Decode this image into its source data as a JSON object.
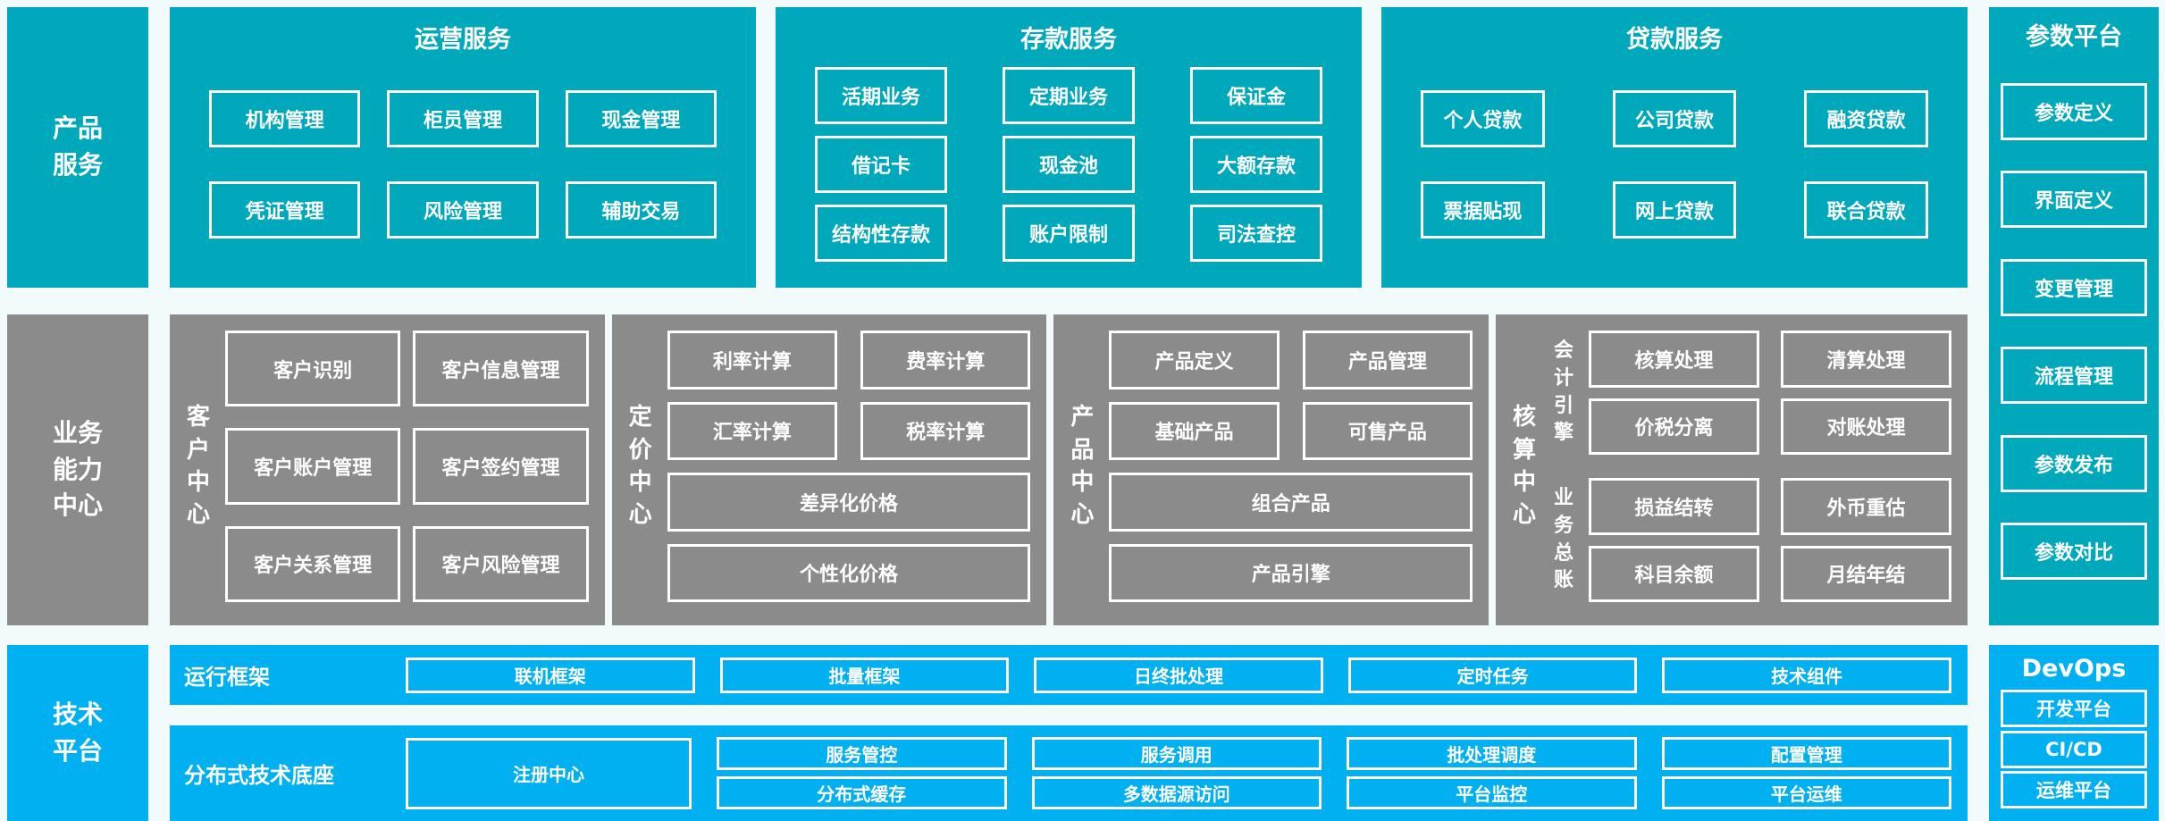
{
  "colors": {
    "teal": "#00a8bc",
    "gray": "#8b8b8b",
    "blue": "#00b0f0",
    "background": "#f2fbfc"
  },
  "side_labels": {
    "product_services": "产品服务",
    "business_capability_center": "业务能力中心",
    "tech_platform": "技术平台"
  },
  "sections": {
    "operation": {
      "title": "运营服务",
      "rows": [
        [
          "机构管理",
          "柜员管理",
          "现金管理"
        ],
        [
          "凭证管理",
          "风险管理",
          "辅助交易"
        ]
      ]
    },
    "deposit": {
      "title": "存款服务",
      "rows": [
        [
          "活期业务",
          "定期业务",
          "保证金"
        ],
        [
          "借记卡",
          "现金池",
          "大额存款"
        ],
        [
          "结构性存款",
          "账户限制",
          "司法查控"
        ]
      ]
    },
    "loan": {
      "title": "贷款服务",
      "rows": [
        [
          "个人贷款",
          "公司贷款",
          "融资贷款"
        ],
        [
          "票据贴现",
          "网上贷款",
          "联合贷款"
        ]
      ]
    },
    "parameter": {
      "title": "参数平台",
      "items": [
        "参数定义",
        "界面定义",
        "变更管理",
        "流程管理",
        "参数发布",
        "参数对比"
      ]
    },
    "customer": {
      "title": "客户中心",
      "rows": [
        [
          "客户识别",
          "客户信息管理"
        ],
        [
          "客户账户管理",
          "客户签约管理"
        ],
        [
          "客户关系管理",
          "客户风险管理"
        ]
      ]
    },
    "pricing": {
      "title": "定价中心",
      "rows": [
        [
          "利率计算",
          "费率计算"
        ],
        [
          "汇率计算",
          "税率计算"
        ]
      ],
      "wide": [
        "差异化价格",
        "个性化价格"
      ]
    },
    "product": {
      "title": "产品中心",
      "rows": [
        [
          "产品定义",
          "产品管理"
        ],
        [
          "基础产品",
          "可售产品"
        ]
      ],
      "wide": [
        "组合产品",
        "产品引擎"
      ]
    },
    "accounting": {
      "title": "核算中心",
      "groups": [
        {
          "label": "会计引擎",
          "rows": [
            [
              "核算处理",
              "清算处理"
            ],
            [
              "价税分离",
              "对账处理"
            ]
          ]
        },
        {
          "label": "业务总账",
          "rows": [
            [
              "损益结转",
              "外币重估"
            ],
            [
              "科目余额",
              "月结年结"
            ]
          ]
        }
      ]
    },
    "runtime": {
      "title": "运行框架",
      "items": [
        "联机框架",
        "批量框架",
        "日终批处理",
        "定时任务",
        "技术组件"
      ]
    },
    "distributed": {
      "title": "分布式技术底座",
      "registry": "注册中心",
      "columns": [
        [
          "服务管控",
          "分布式缓存"
        ],
        [
          "服务调用",
          "多数据源访问"
        ],
        [
          "批处理调度",
          "平台监控"
        ],
        [
          "配置管理",
          "平台运维"
        ]
      ]
    },
    "devops": {
      "title": "DevOps",
      "items": [
        "开发平台",
        "CI/CD",
        "运维平台"
      ]
    }
  }
}
